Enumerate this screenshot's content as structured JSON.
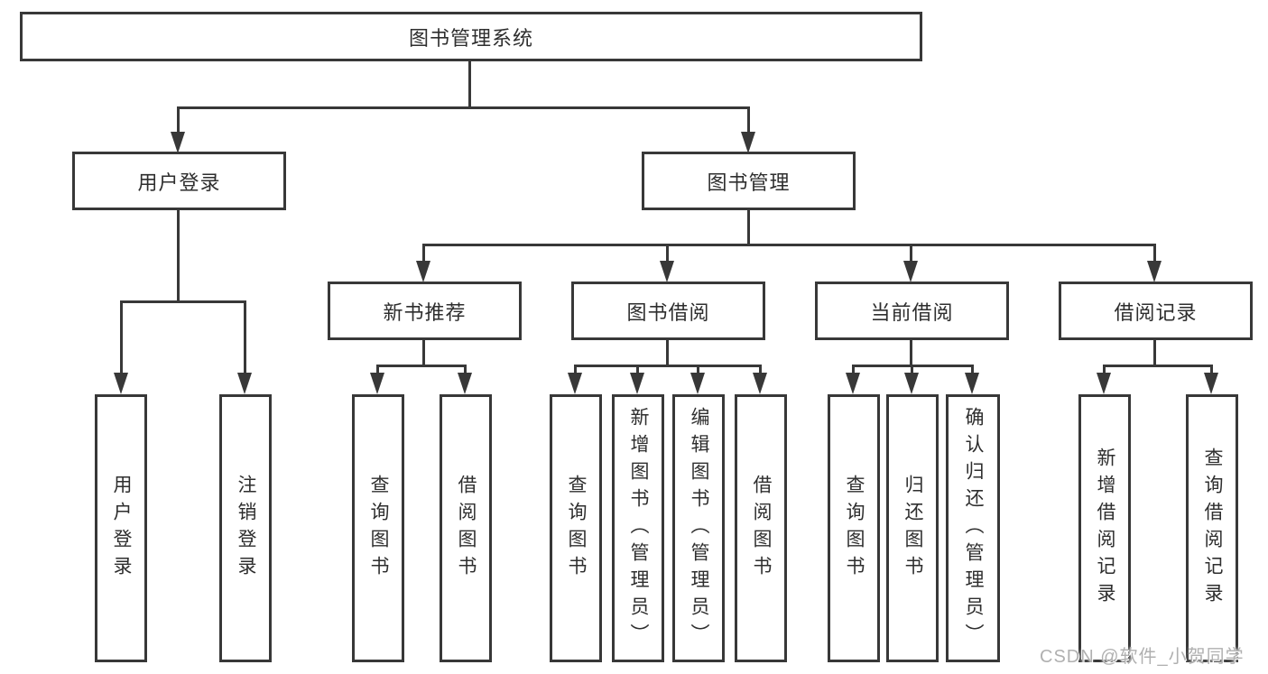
{
  "tree": {
    "root": "图书管理系统",
    "branches": [
      {
        "label": "用户登录",
        "children": [
          "用户登录",
          "注销登录"
        ]
      },
      {
        "label": "图书管理",
        "children": [
          {
            "label": "新书推荐",
            "children": [
              "查询图书",
              "借阅图书"
            ]
          },
          {
            "label": "图书借阅",
            "children": [
              "查询图书",
              "新增图书（管理员）",
              "编辑图书（管理员）",
              "借阅图书"
            ]
          },
          {
            "label": "当前借阅",
            "children": [
              "查询图书",
              "归还图书",
              "确认归还（管理员）"
            ]
          },
          {
            "label": "借阅记录",
            "children": [
              "新增借阅记录",
              "查询借阅记录"
            ]
          }
        ]
      }
    ]
  },
  "watermark": {
    "text": "CSDN @软件_小贺同学"
  },
  "colors": {
    "line": "#383838",
    "box_border": "#383838",
    "text": "#2e2e2e",
    "watermark": "#b0b0b0",
    "background": "#ffffff"
  }
}
